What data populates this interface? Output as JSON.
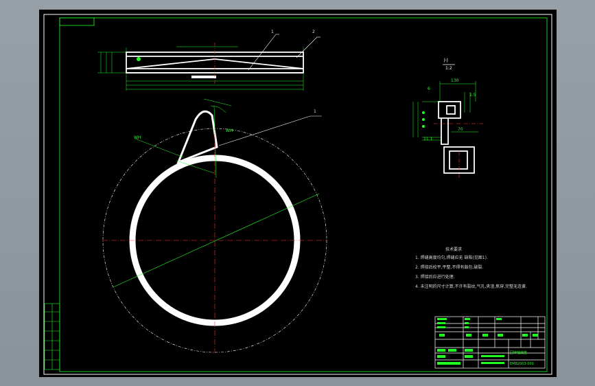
{
  "title_block": {
    "drawing_name": "回转轴底座",
    "drawing_no": "EMB2003-001"
  },
  "tech_notes": {
    "heading": "技术要求",
    "items": [
      "1. 焊缝高度均匀,焊缝应无 缺陷(见图1).",
      "2. 焊接后校平,平整,不得有鼓包,破裂.",
      "3. 焊接后应进行处理.",
      "4. 未注明的尺寸计算,不许有裂纹,气孔,夹渣,焦穿,完整无连黄."
    ]
  },
  "section": {
    "label": "J-J",
    "scale": "1:2"
  },
  "dimensions": {
    "d130": "130",
    "d1_5": "1.5",
    "d70": "70",
    "d11": "11.1",
    "d0": "6"
  },
  "leaders": {
    "item1": "1",
    "item2": "2",
    "item1b": "1"
  },
  "palette": {
    "sheet": "#000000",
    "frame": "#ffffff",
    "dims": "#00ff00",
    "centerline": "#ff2020",
    "outline": "#ffffff"
  }
}
